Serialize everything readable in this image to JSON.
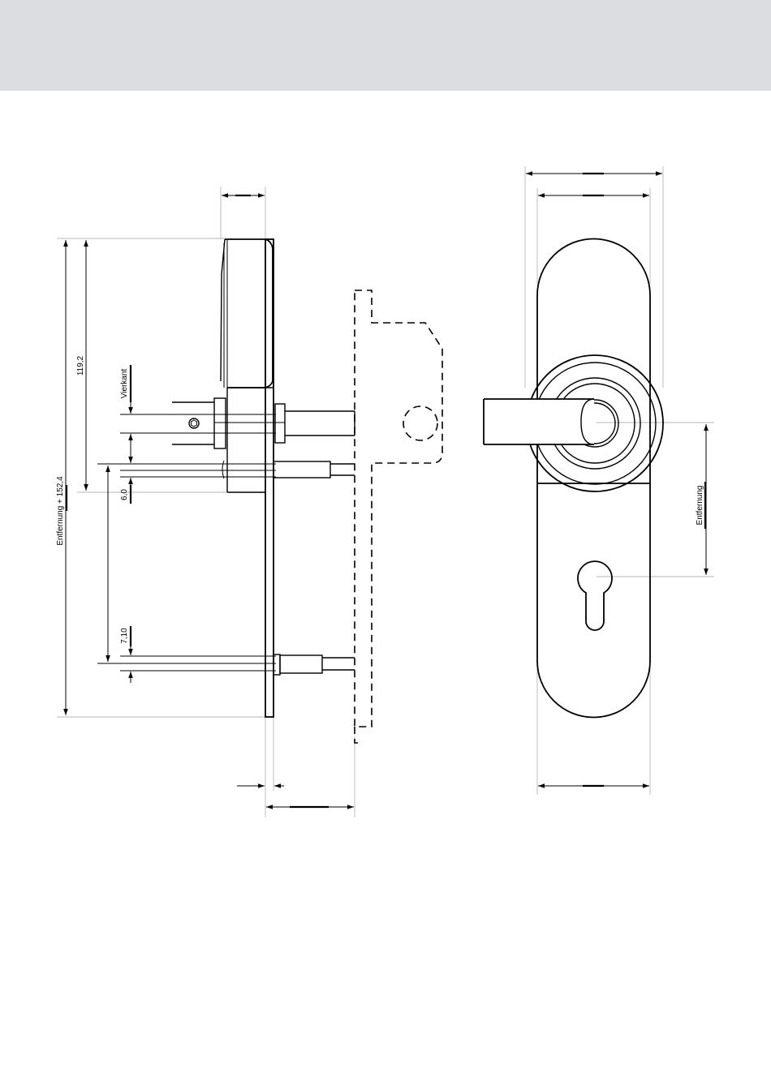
{
  "labels": {
    "entfernung_total": "Entfernung + 152,4",
    "height_upper": "119,2",
    "vierkant": "Vierkant",
    "offset_lower": "6,0",
    "pin_spacing": "7,10",
    "entfernung": "Entfernung"
  },
  "colors": {
    "header_band": "#dcdde0",
    "line": "#000000",
    "extension_line": "#b5b5b5"
  }
}
